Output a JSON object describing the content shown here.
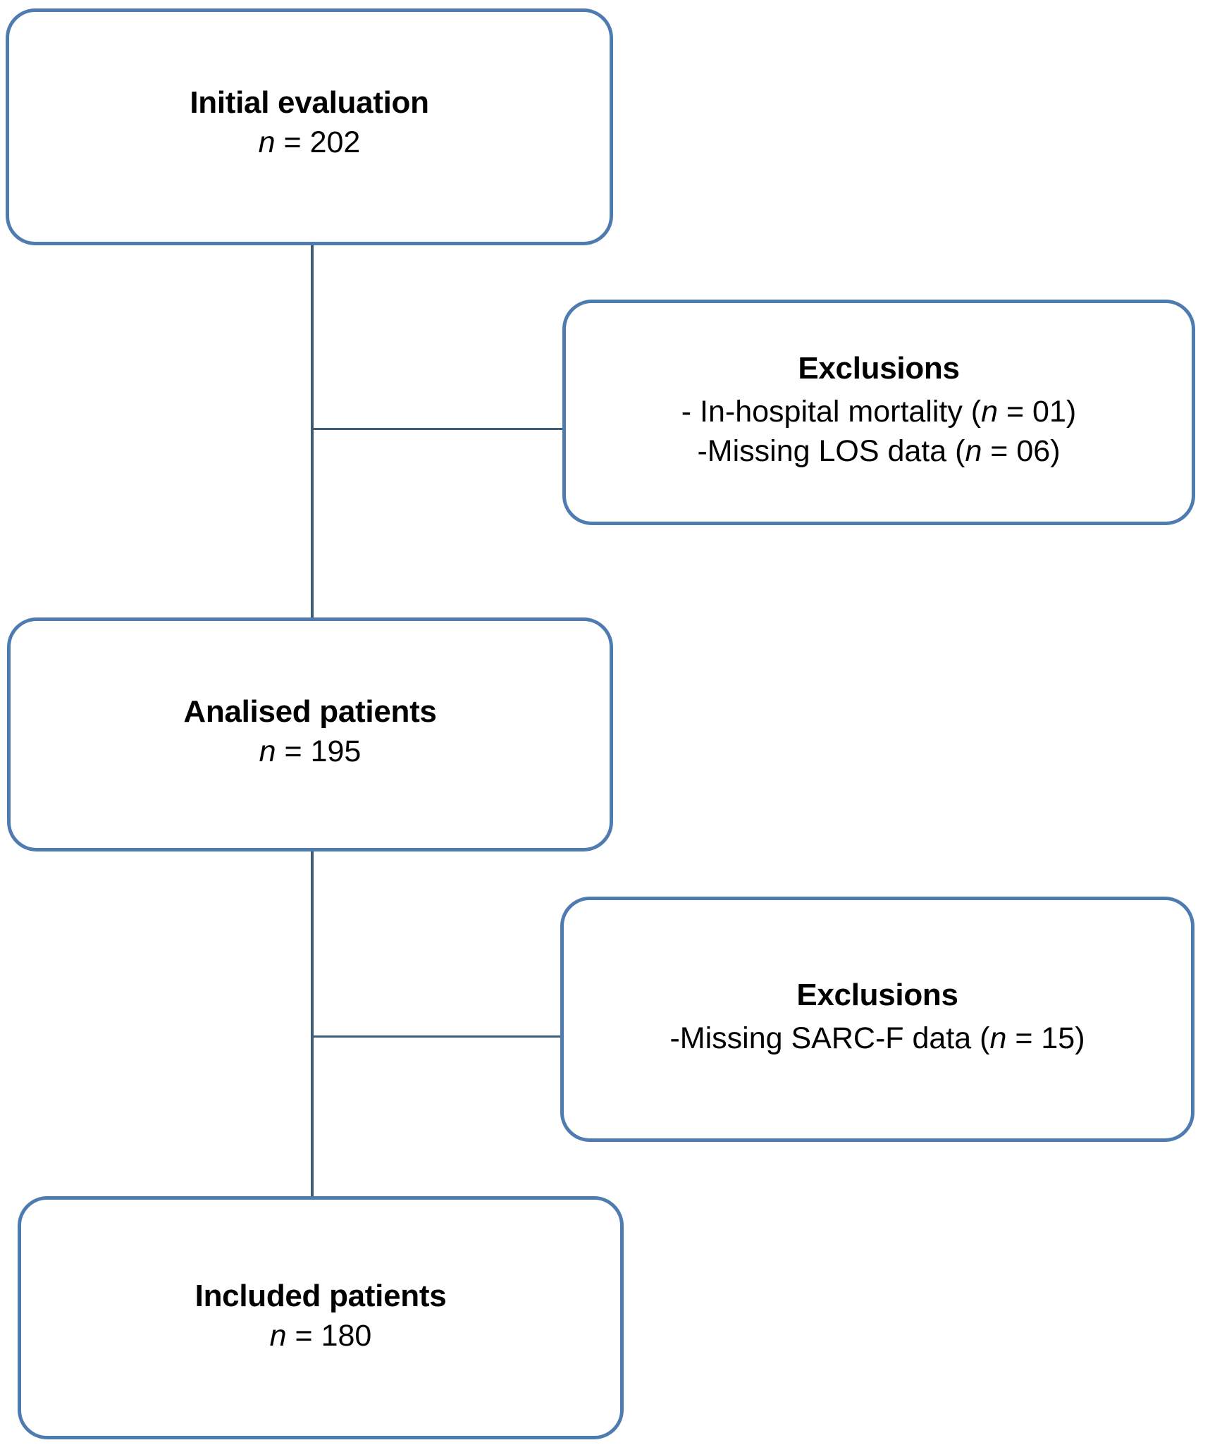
{
  "colors": {
    "box_border": "#4E7CB1",
    "connector": "#3F5C76",
    "box_fill": "#FFFFFF",
    "text": "#000000"
  },
  "flowchart": {
    "type": "patient-selection-flow-diagram",
    "nodes": [
      {
        "id": "initial-evaluation",
        "title": "Initial evaluation",
        "subtitle_italic": "n",
        "subtitle_rest": " = 202",
        "count": 202
      },
      {
        "id": "exclusions-1",
        "title": "Exclusions",
        "lines": [
          {
            "pre": "- In-hospital mortality (",
            "ital": "n",
            "post": " = 01)",
            "count": 1
          },
          {
            "pre": "-Missing LOS data (",
            "ital": "n",
            "post": " = 06)",
            "count": 6
          }
        ]
      },
      {
        "id": "analised-patients",
        "title": "Analised patients",
        "subtitle_italic": "n",
        "subtitle_rest": " = 195",
        "count": 195
      },
      {
        "id": "exclusions-2",
        "title": "Exclusions",
        "lines": [
          {
            "pre": "-Missing SARC-F data (",
            "ital": "n",
            "post": " = 15)",
            "count": 15
          }
        ]
      },
      {
        "id": "included-patients",
        "title": "Included patients",
        "subtitle_italic": "n",
        "subtitle_rest": " = 180",
        "count": 180
      }
    ],
    "edges": [
      {
        "from": "initial-evaluation",
        "to": "analised-patients",
        "orientation": "vertical"
      },
      {
        "from": "initial-evaluation",
        "to": "exclusions-1",
        "orientation": "horizontal-branch"
      },
      {
        "from": "analised-patients",
        "to": "included-patients",
        "orientation": "vertical"
      },
      {
        "from": "analised-patients",
        "to": "exclusions-2",
        "orientation": "horizontal-branch"
      }
    ]
  }
}
